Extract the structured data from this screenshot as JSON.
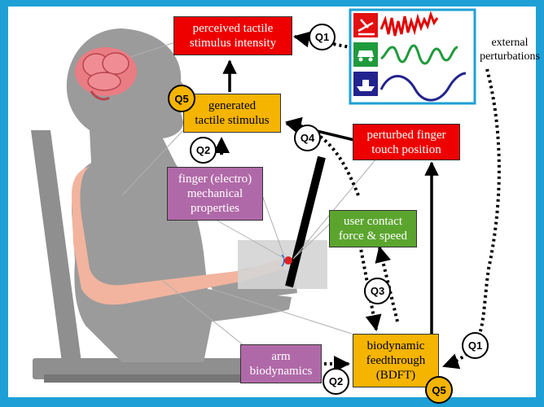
{
  "colors": {
    "background_border": "#1ea0d6",
    "red_box": "#ee0000",
    "gold_box": "#f5b400",
    "purple_box": "#b069a8",
    "green_box": "#5ba52e",
    "human_silhouette": "#9b9b9b",
    "skin": "#f2b49e",
    "chair": "#8f8f8f"
  },
  "boxes": {
    "perceived": "perceived tactile\nstimulus intensity",
    "generated": "generated\ntactile stimulus",
    "finger_props": "finger (electro)\nmechanical\nproperties",
    "perturbed": "perturbed finger\ntouch position",
    "user_contact": "user contact\nforce & speed",
    "arm": "arm\nbiodynamics",
    "bdft": "biodynamic\nfeedthrough\n(BDFT)"
  },
  "external_label": "external\nperturbations",
  "markers": {
    "q1_top": "Q1",
    "q5_top": "Q5",
    "q2_upper": "Q2",
    "q4": "Q4",
    "q3": "Q3",
    "q1_right": "Q1",
    "q2_lower": "Q2",
    "q5_bottom": "Q5"
  },
  "legend_icons": [
    "airplane-icon",
    "car-icon",
    "ship-icon"
  ],
  "legend_wave_colors": [
    "#e00000",
    "#1f9b3c",
    "#23238e"
  ]
}
